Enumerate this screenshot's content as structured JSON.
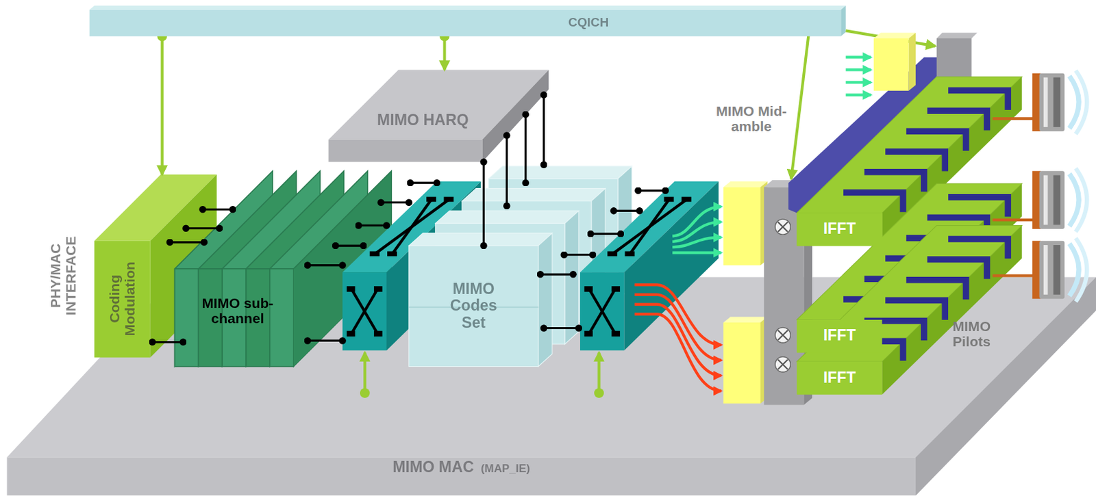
{
  "diagram": {
    "nodes": [
      {
        "text": [
          "CQICH"
        ]
      },
      {
        "text": [
          "MIMO HARQ"
        ]
      },
      {
        "text": [
          "Coding Modulation"
        ]
      },
      {
        "text": [
          "MIMO sub-channel"
        ]
      },
      {
        "text": [
          "MIMO Codes Set"
        ]
      },
      {
        "text": [
          "IFFT"
        ]
      },
      {
        "text": [
          "IFFT"
        ]
      },
      {
        "text": [
          "IFFT"
        ]
      },
      {
        "text": [
          "MIMO MAC",
          "(MAP_IE)"
        ]
      }
    ],
    "edges": [
      {
        "from": 0,
        "to": 2,
        "arrow": "to"
      },
      {
        "from": 0,
        "to": 1,
        "arrow": "to"
      },
      {
        "from": 1,
        "to": 4,
        "arrow": "none"
      }
    ],
    "labels": [
      "PHY/MAC INTERFACE",
      "MIMO Mid-amble",
      "MIMO Pilots"
    ]
  }
}
